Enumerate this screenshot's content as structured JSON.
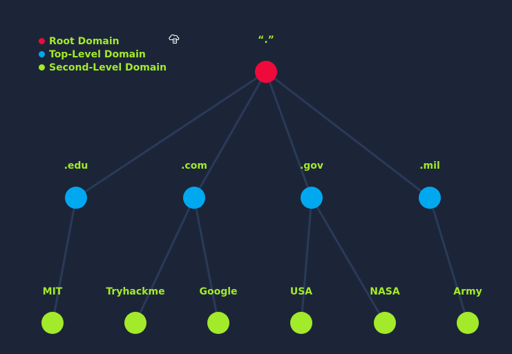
{
  "colors": {
    "background": "#1c2538",
    "edge": "#2a3a58",
    "root": "#ef0a3b",
    "tld": "#00a8f0",
    "sld": "#a3ea2a",
    "label": "#a3ea2a"
  },
  "legend": {
    "items": [
      {
        "label": "Root Domain",
        "color": "#ef0a3b"
      },
      {
        "label": "Top-Level Domain",
        "color": "#00a8f0"
      },
      {
        "label": "Second-Level Domain",
        "color": "#a3ea2a"
      }
    ]
  },
  "icon": {
    "name": "cloud-server-icon"
  },
  "tree": {
    "root": {
      "label": "“.”"
    },
    "tlds": [
      {
        "label": ".edu",
        "children": [
          {
            "label": "MIT"
          }
        ]
      },
      {
        "label": ".com",
        "children": [
          {
            "label": "Tryhackme"
          },
          {
            "label": "Google"
          }
        ]
      },
      {
        "label": ".gov",
        "children": [
          {
            "label": "USA"
          },
          {
            "label": "NASA"
          }
        ]
      },
      {
        "label": ".mil",
        "children": [
          {
            "label": "Army"
          }
        ]
      }
    ]
  }
}
